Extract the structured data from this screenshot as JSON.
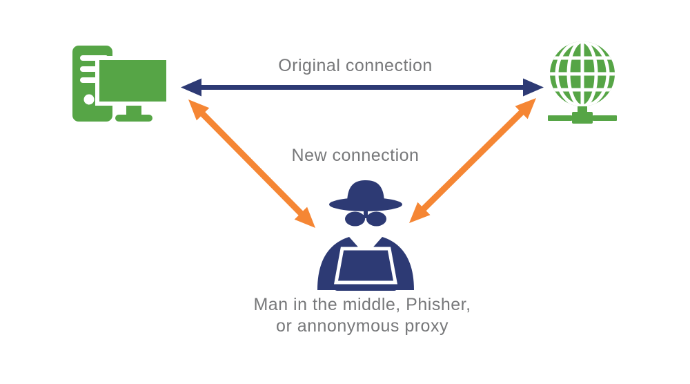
{
  "diagram": {
    "title": "Man-in-the-middle attack diagram",
    "colors": {
      "green": "#56a546",
      "navy": "#2d3a74",
      "orange": "#f58634",
      "text_gray": "#77787a",
      "background": "#ffffff"
    },
    "labels": {
      "original_connection": "Original connection",
      "new_connection": "New connection",
      "attacker_caption_line1": "Man in the middle, Phisher,",
      "attacker_caption_line2": "or annonymous proxy"
    },
    "nodes": {
      "client": {
        "icon": "desktop-computer-icon",
        "color": "#56a546"
      },
      "internet": {
        "icon": "globe-network-icon",
        "color": "#56a546"
      },
      "attacker": {
        "icon": "spy-hacker-icon",
        "color": "#2d3a74"
      }
    },
    "connections": [
      {
        "name": "original",
        "from": "client",
        "to": "internet",
        "color": "#2d3a74",
        "style": "double-headed-arrow",
        "label": "Original connection"
      },
      {
        "name": "new-left",
        "from": "client",
        "to": "attacker",
        "color": "#f58634",
        "style": "double-headed-arrow",
        "label": "New connection"
      },
      {
        "name": "new-right",
        "from": "internet",
        "to": "attacker",
        "color": "#f58634",
        "style": "double-headed-arrow",
        "label": "New connection"
      }
    ]
  }
}
